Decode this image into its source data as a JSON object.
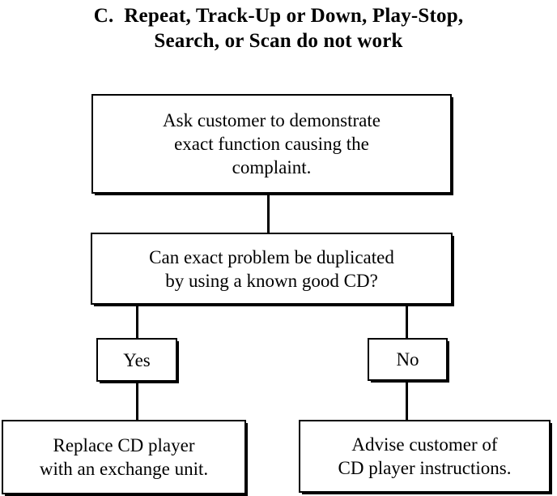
{
  "document": {
    "title_label": "C.  Repeat, Track-Up or Down, Play-Stop, Search, or Scan do not work",
    "title_line_1": "C.  Repeat, Track-Up or Down, Play-Stop,",
    "title_line_2": "Search, or Scan do not work"
  },
  "chart_data": {
    "type": "diagram",
    "diagram_kind": "flowchart",
    "title": "C.  Repeat, Track-Up or Down, Play-Stop, Search, or Scan do not work",
    "nodes": [
      {
        "id": "demonstrate",
        "shape": "rectangle",
        "text": "Ask customer to demonstrate exact function causing the complaint.",
        "role": "process"
      },
      {
        "id": "duplicate",
        "shape": "rectangle",
        "text": "Can exact problem be duplicated by using a known good CD?",
        "role": "decision-question"
      },
      {
        "id": "yes",
        "shape": "rectangle",
        "text": "Yes",
        "role": "branch-label"
      },
      {
        "id": "no",
        "shape": "rectangle",
        "text": "No",
        "role": "branch-label"
      },
      {
        "id": "replace",
        "shape": "rectangle",
        "text": "Replace CD player with an exchange unit.",
        "role": "terminal-action"
      },
      {
        "id": "advise",
        "shape": "rectangle",
        "text": "Advise customer of CD player instructions.",
        "role": "terminal-action"
      }
    ],
    "edges": [
      {
        "from": "demonstrate",
        "to": "duplicate",
        "label": ""
      },
      {
        "from": "duplicate",
        "to": "yes",
        "label": ""
      },
      {
        "from": "duplicate",
        "to": "no",
        "label": ""
      },
      {
        "from": "yes",
        "to": "replace",
        "label": ""
      },
      {
        "from": "no",
        "to": "advise",
        "label": ""
      }
    ],
    "colors": {
      "background": "#ffffff",
      "stroke": "#000000",
      "text": "#000000"
    }
  },
  "nodes": {
    "demonstrate": {
      "text": "Ask customer to demonstrate\nexact function causing the\ncomplaint."
    },
    "duplicate": {
      "text": "Can exact problem be duplicated\nby using a known good CD?"
    },
    "yes": {
      "text": "Yes"
    },
    "no": {
      "text": "No"
    },
    "replace": {
      "text": "Replace CD player\nwith an exchange unit."
    },
    "advise": {
      "text": "Advise customer of\nCD player instructions."
    }
  }
}
